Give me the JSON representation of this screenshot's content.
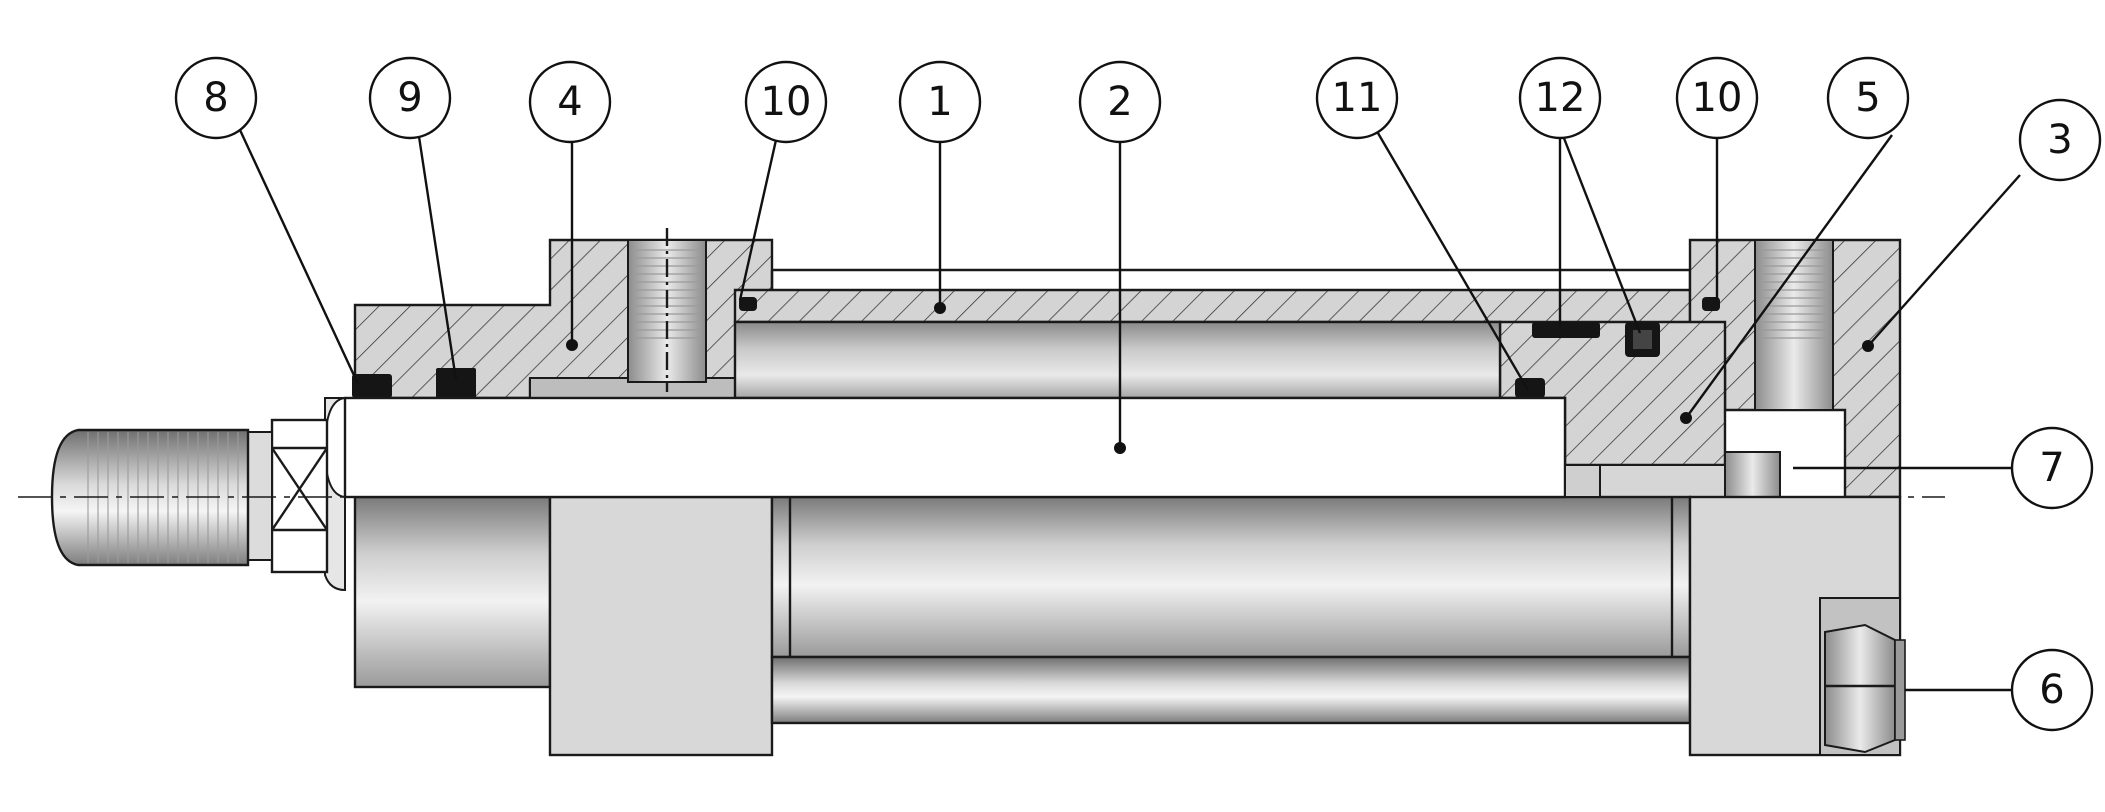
{
  "diagram": {
    "colors": {
      "line": "#111111",
      "hatch_bg": "#d4d4d4",
      "part_gray": "#d8d8d8",
      "seal": "#151515"
    },
    "callouts": [
      {
        "id": "8",
        "label": "8"
      },
      {
        "id": "9",
        "label": "9"
      },
      {
        "id": "4",
        "label": "4"
      },
      {
        "id": "10a",
        "label": "10"
      },
      {
        "id": "1",
        "label": "1"
      },
      {
        "id": "2",
        "label": "2"
      },
      {
        "id": "11",
        "label": "11"
      },
      {
        "id": "12",
        "label": "12"
      },
      {
        "id": "10b",
        "label": "10"
      },
      {
        "id": "5",
        "label": "5"
      },
      {
        "id": "3",
        "label": "3"
      },
      {
        "id": "7",
        "label": "7"
      },
      {
        "id": "6",
        "label": "6"
      }
    ]
  }
}
